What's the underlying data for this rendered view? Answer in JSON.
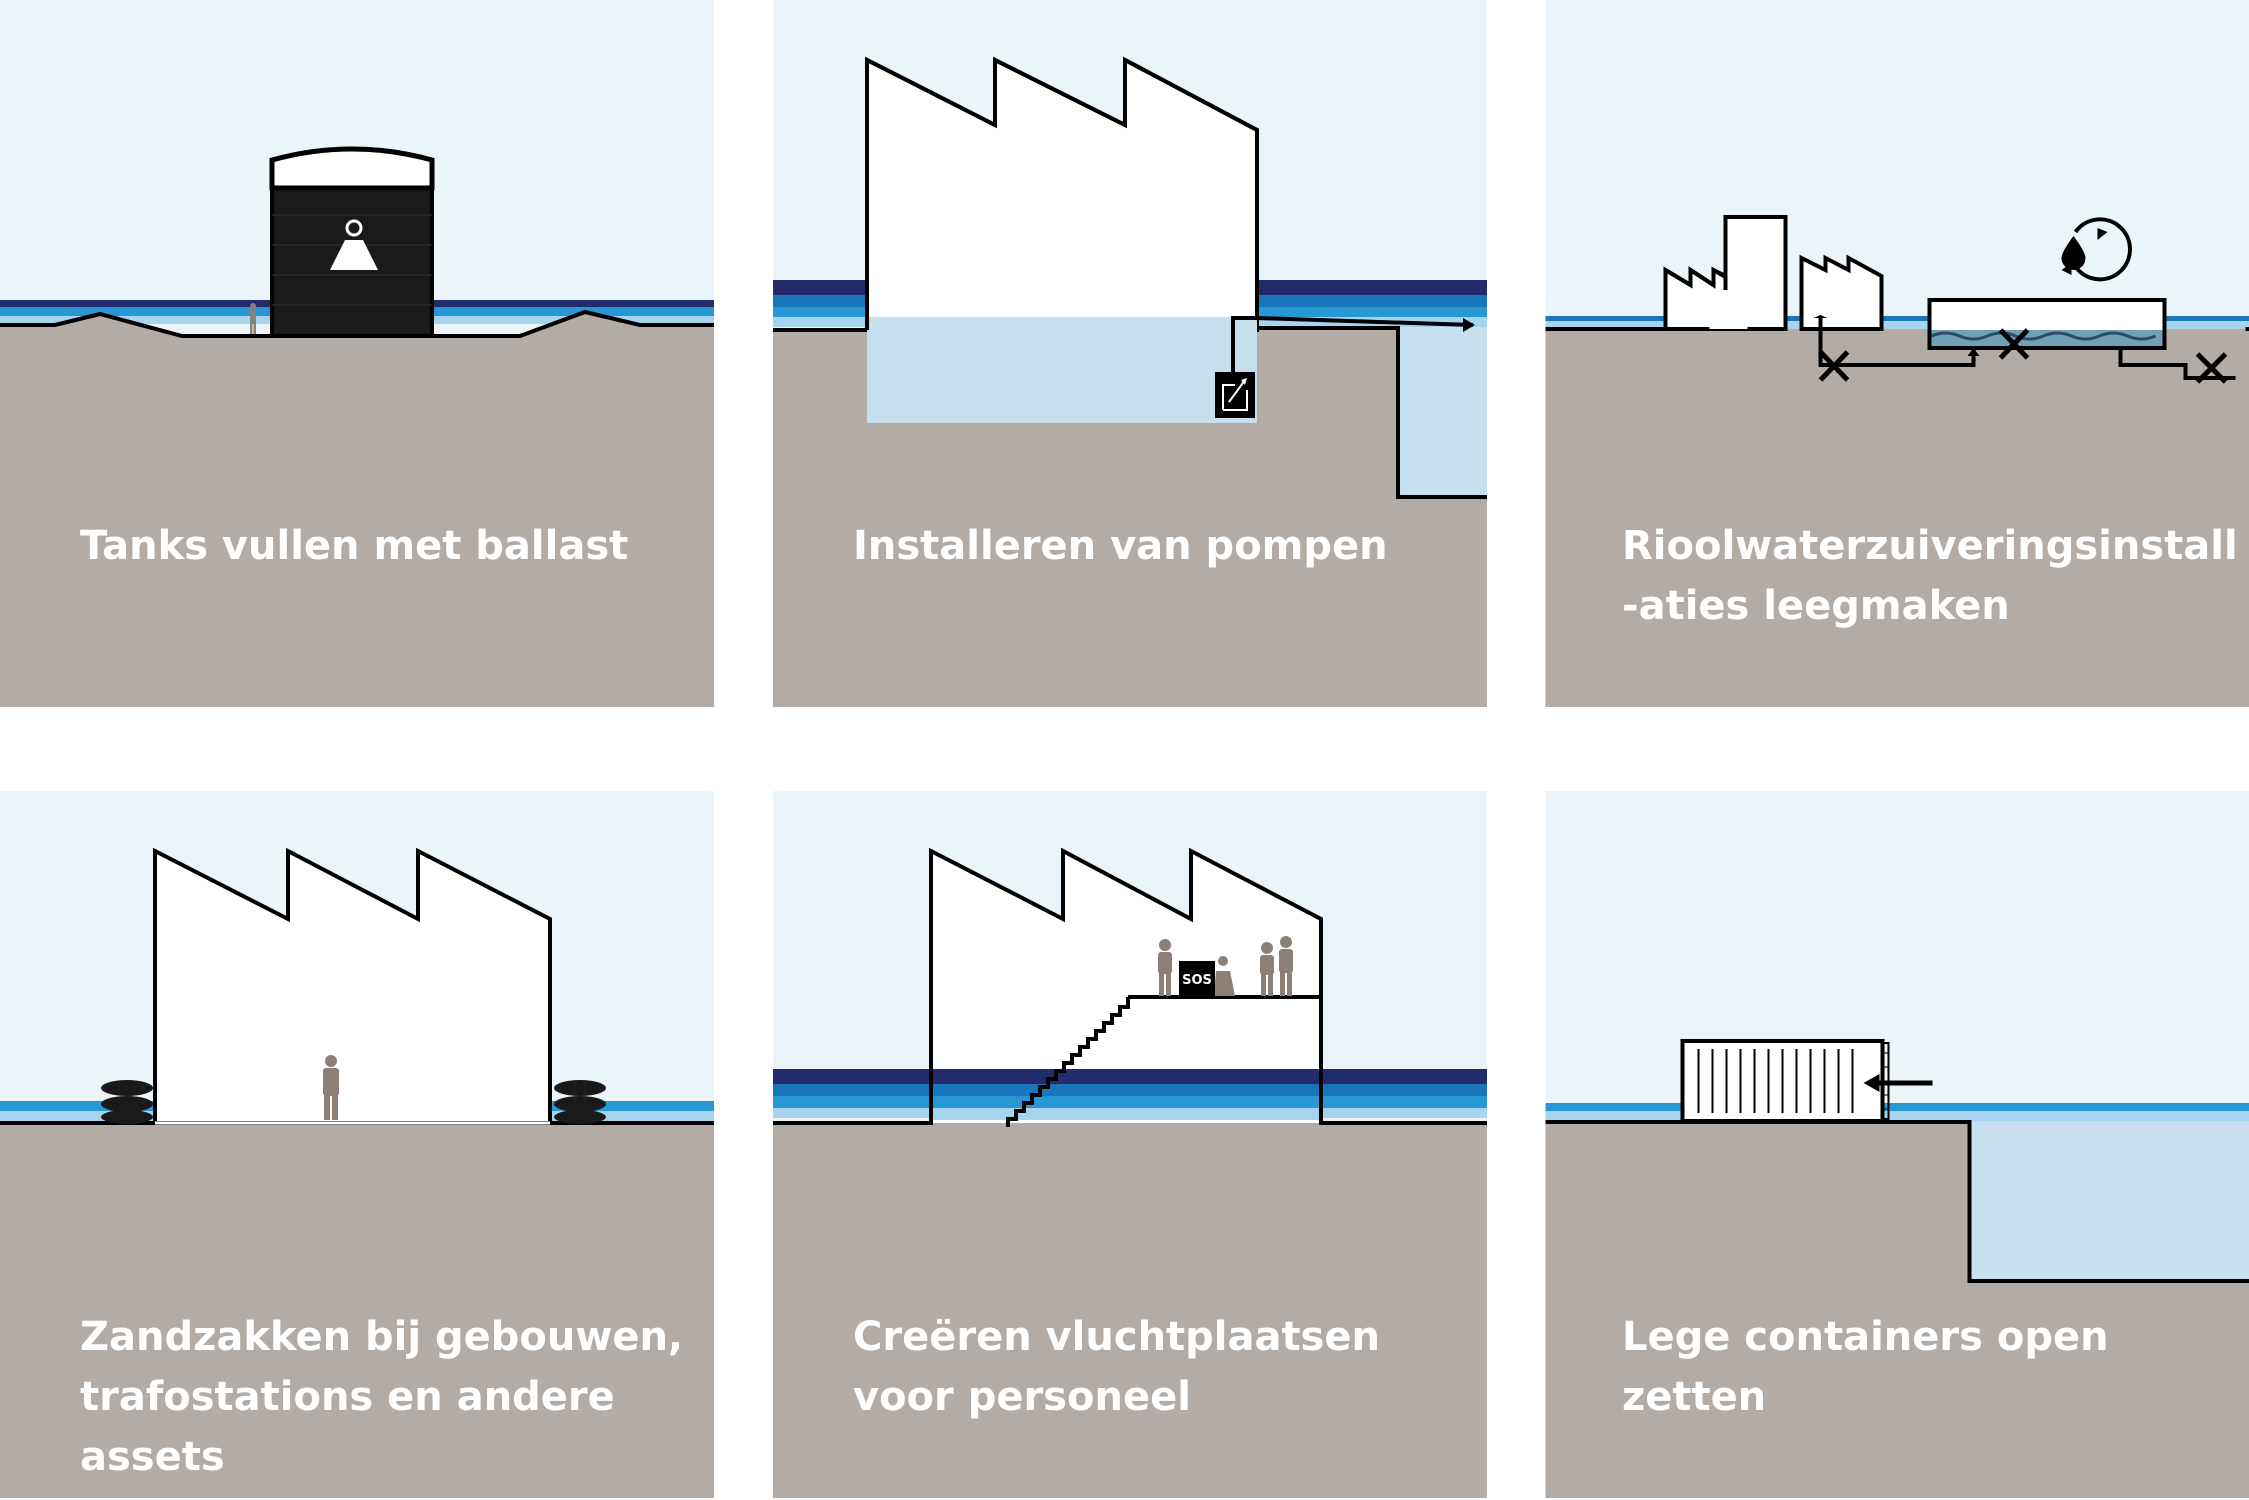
{
  "colors": {
    "sky": "#EBF4F9",
    "ground": "#B2ABA6",
    "water_light": "#C5DFEC",
    "water_band_1": "#A6D3EE",
    "water_band_2": "#2798D4",
    "water_band_3": "#1A76BB",
    "water_band_dark": "#222B6C",
    "outline": "#000000",
    "person": "#8B7F77",
    "caption_text": "#FFFFFF"
  },
  "panels": [
    {
      "caption": "Tanks vullen met ballast"
    },
    {
      "caption": "Installeren van pompen"
    },
    {
      "caption": "Rioolwaterzuiveringsinstall -aties leegmaken"
    },
    {
      "caption": "Zandzakken bij gebouwen, trafostations en andere assets"
    },
    {
      "caption": "Creëren vluchtplaatsen voor personeel"
    },
    {
      "caption": "Lege containers open zetten"
    }
  ],
  "sos_label": "SOS"
}
